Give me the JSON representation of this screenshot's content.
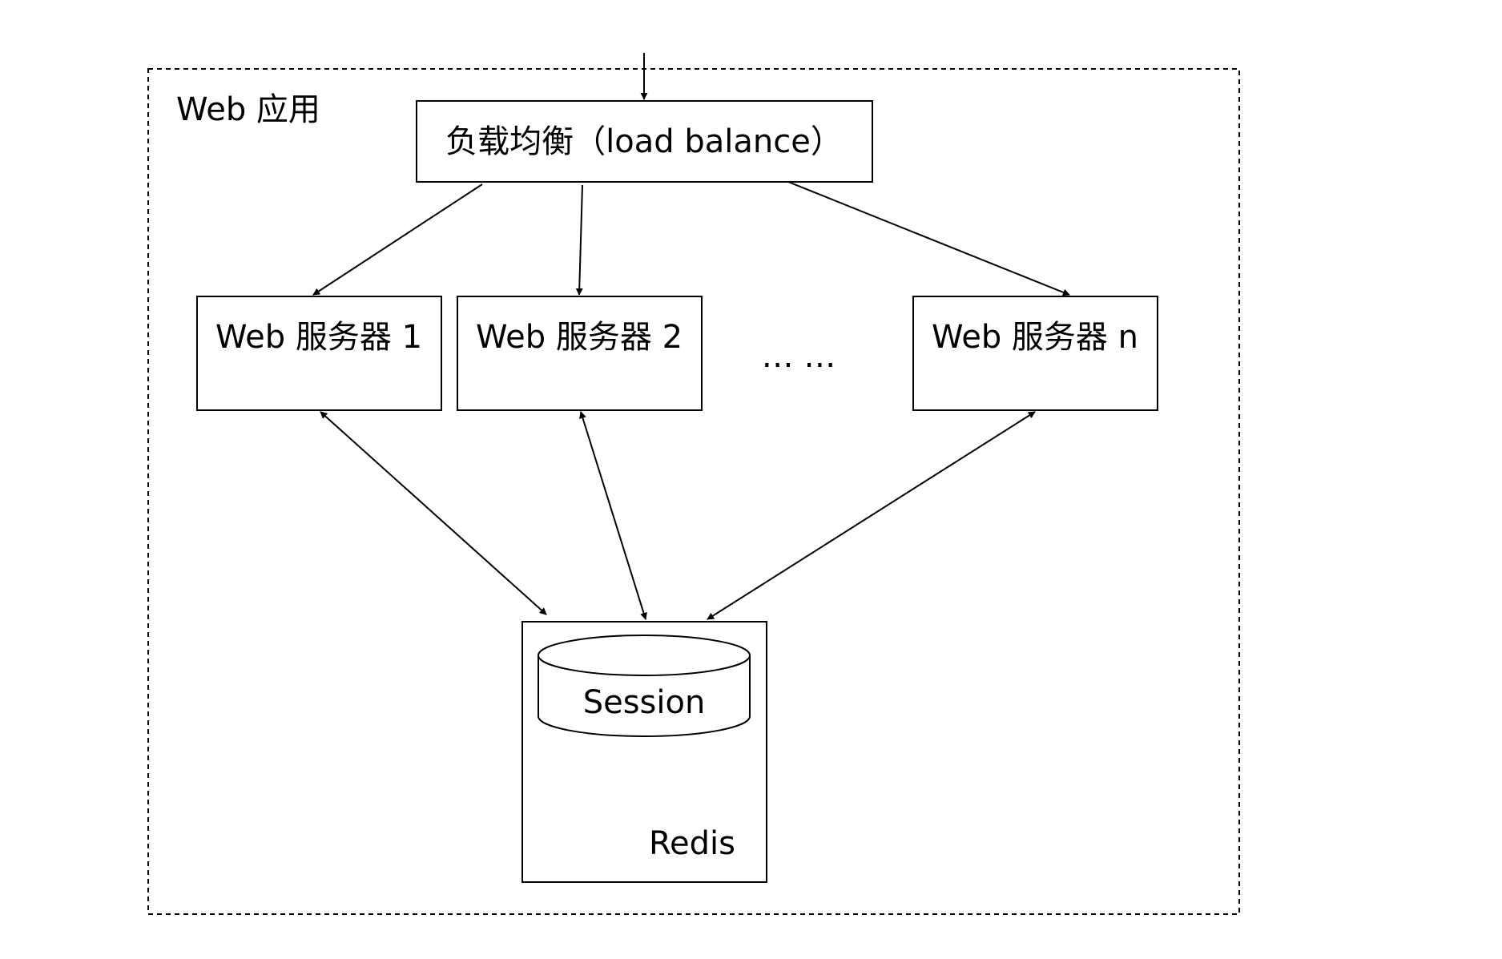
{
  "app_group": {
    "title": "Web 应用"
  },
  "load_balancer": {
    "label": "负载均衡（load balance）"
  },
  "servers": [
    {
      "label": "Web 服务器 1"
    },
    {
      "label": "Web 服务器 2"
    },
    {
      "label": "Web 服务器 n"
    }
  ],
  "ellipsis": {
    "label": "… …"
  },
  "store": {
    "session_label": "Session",
    "redis_label": "Redis"
  },
  "colors": {
    "line": "#000000",
    "background": "#ffffff"
  }
}
